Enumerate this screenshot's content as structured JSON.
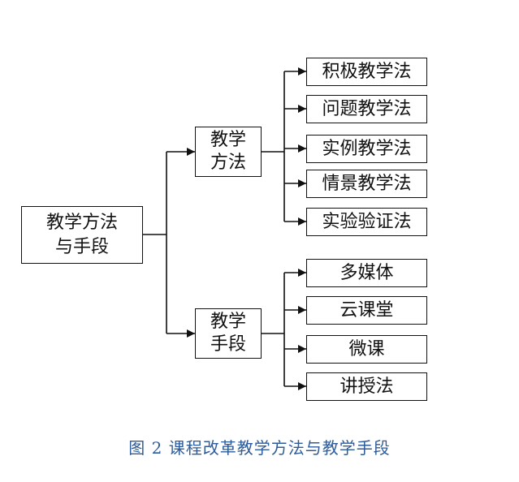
{
  "root": {
    "line1": "教学方法",
    "line2": "与手段"
  },
  "method": {
    "line1": "教学",
    "line2": "方法",
    "items": [
      "积极教学法",
      "问题教学法",
      "实例教学法",
      "情景教学法",
      "实验验证法"
    ]
  },
  "means": {
    "line1": "教学",
    "line2": "手段",
    "items": [
      "多媒体",
      "云课堂",
      "微课",
      "讲授法"
    ]
  },
  "caption": "图 2 课程改革教学方法与教学手段",
  "colors": {
    "line": "#111111",
    "caption": "#2e5b9a"
  }
}
